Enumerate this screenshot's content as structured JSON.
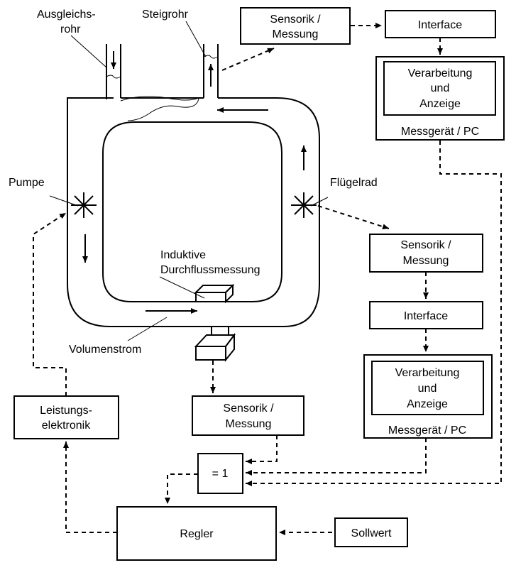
{
  "labels": {
    "ausgleichsrohr_1": "Ausgleichs-",
    "ausgleichsrohr_2": "rohr",
    "steigrohr": "Steigrohr",
    "pumpe": "Pumpe",
    "fluegelrad": "Flügelrad",
    "induktive_1": "Induktive",
    "induktive_2": "Durchflussmessung",
    "volumenstrom": "Volumenstrom"
  },
  "sensorik": {
    "line1": "Sensorik /",
    "line2": "Messung"
  },
  "interface": "Interface",
  "verarbeitung": {
    "line1": "Verarbeitung",
    "line2": "und",
    "line3": "Anzeige"
  },
  "messgeraet": "Messgerät / PC",
  "leistungselektronik": {
    "line1": "Leistungs-",
    "line2": "elektronik"
  },
  "xor_gate": "= 1",
  "regler": "Regler",
  "sollwert": "Sollwert"
}
